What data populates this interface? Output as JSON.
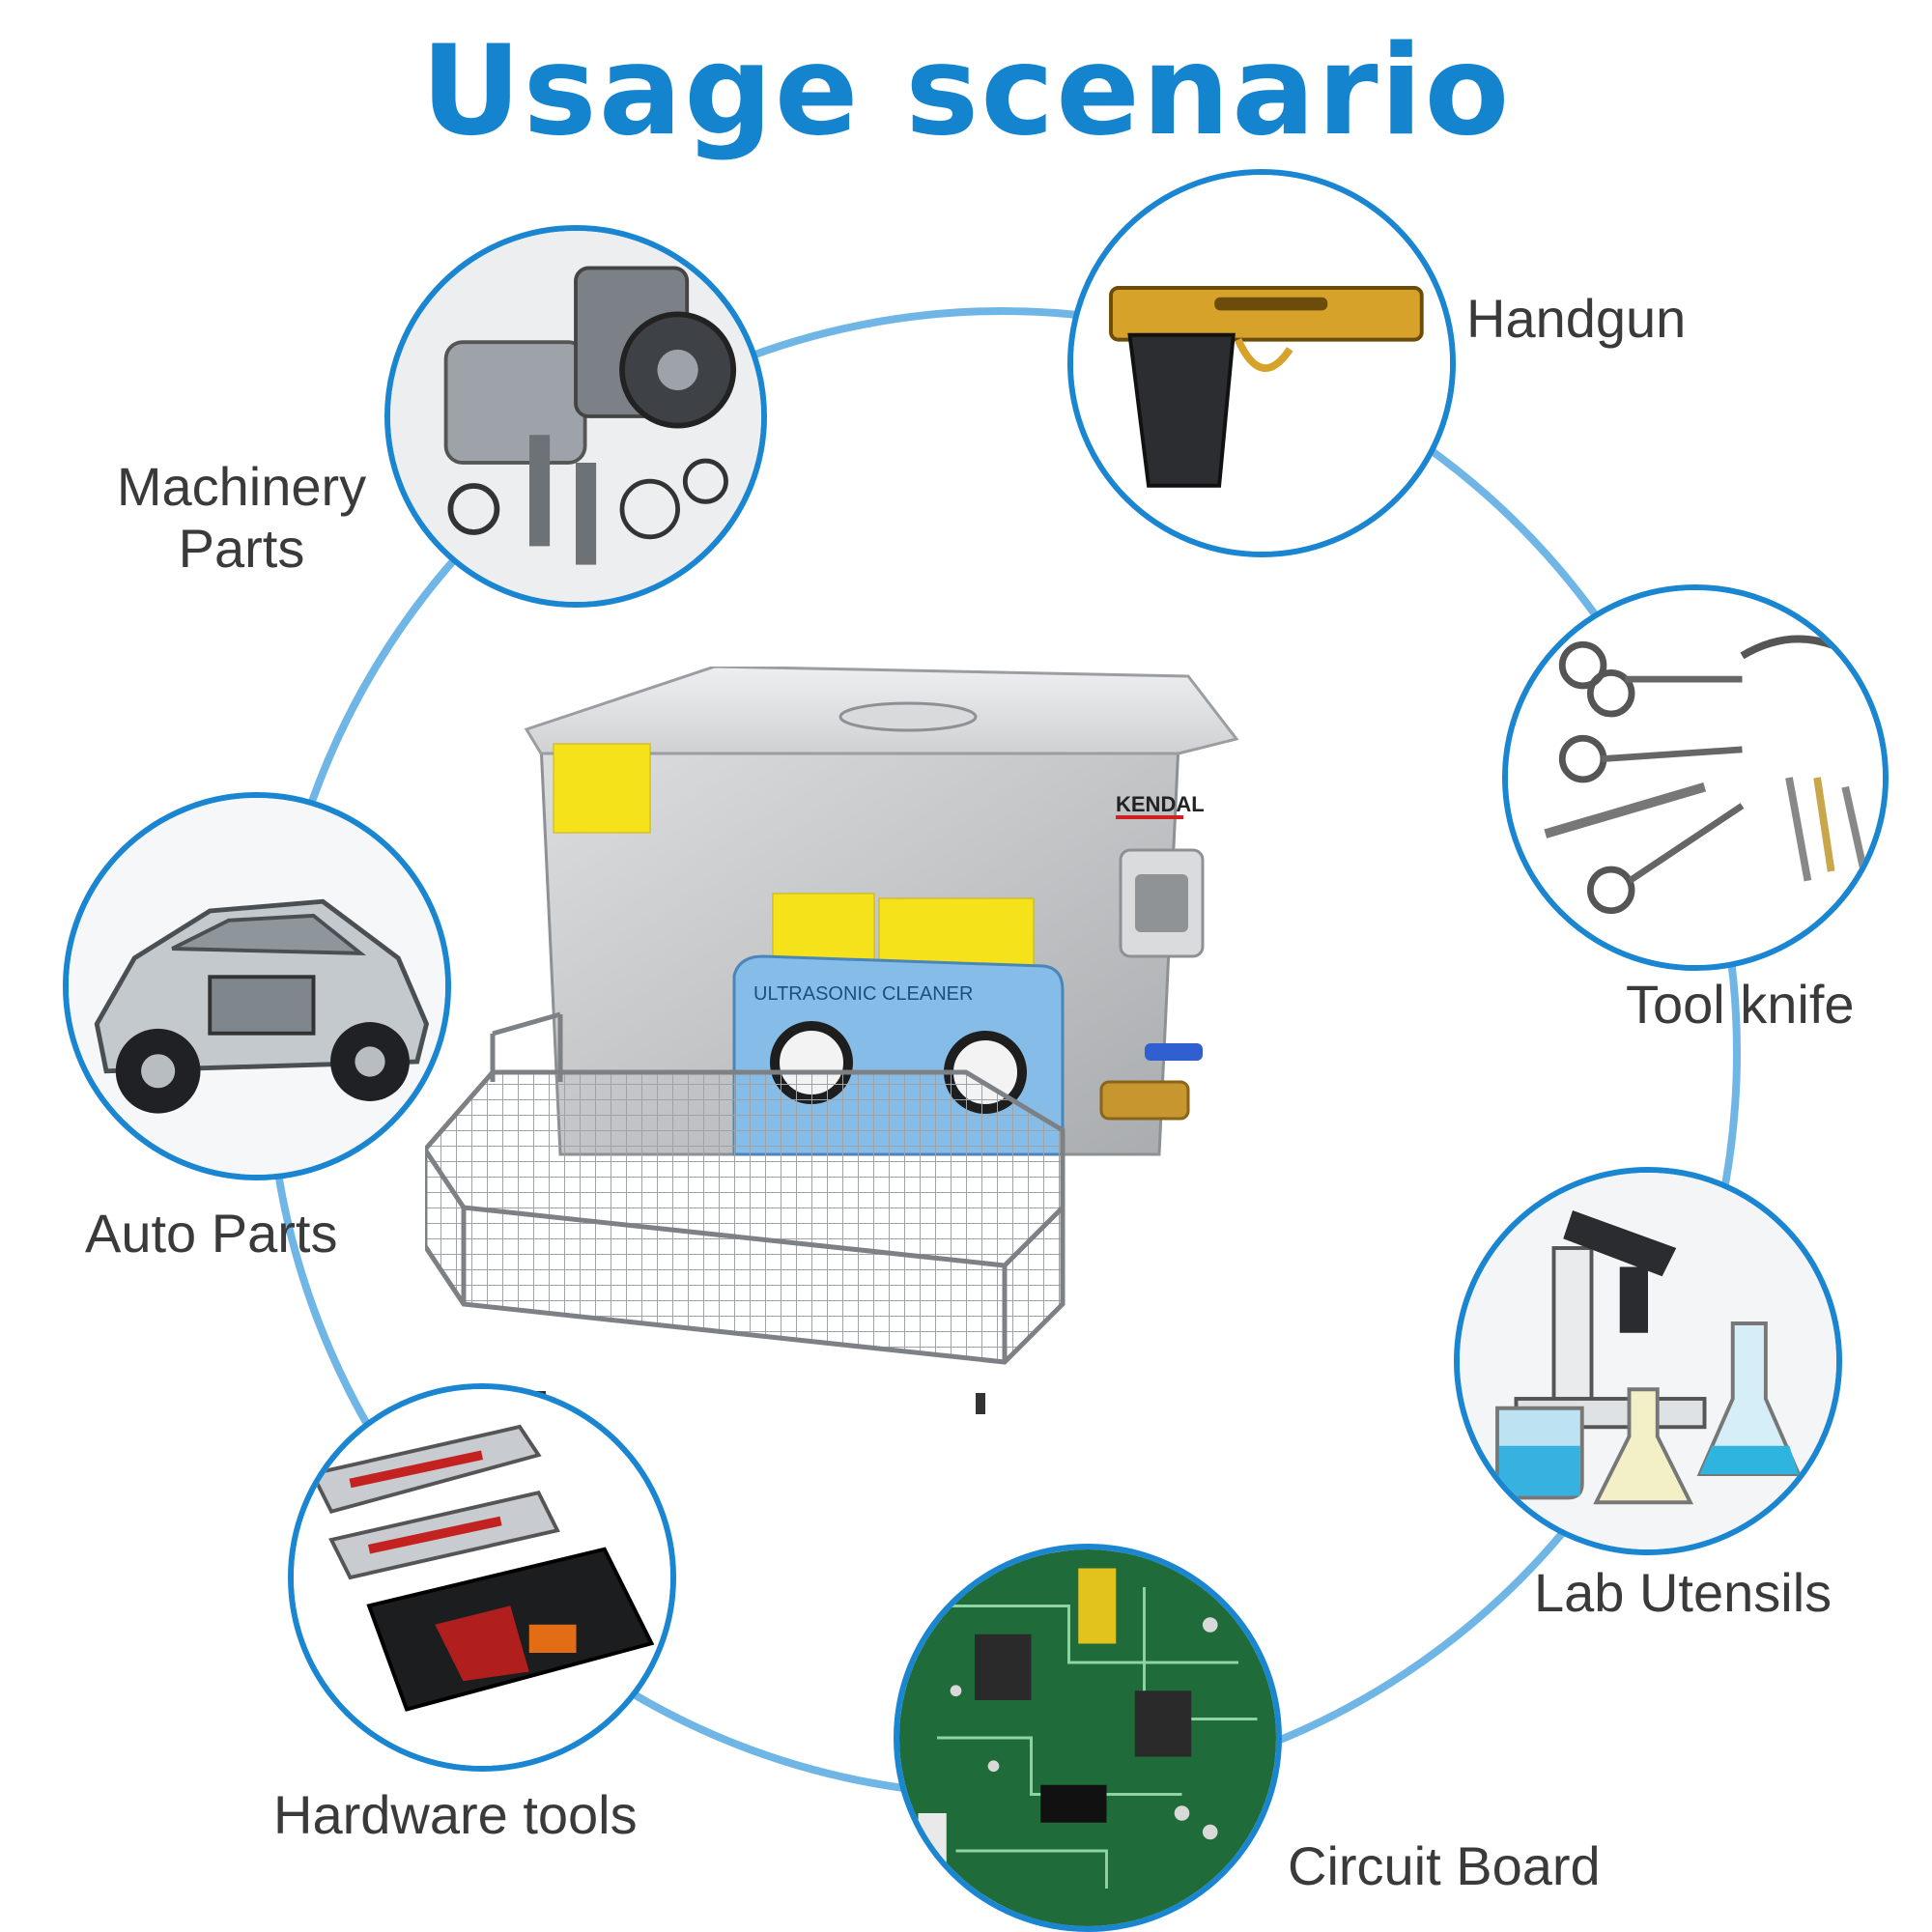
{
  "title": "Usage scenario",
  "scenarios": {
    "machinery": {
      "label_line1": "Machinery",
      "label_line2": "Parts",
      "icon": "engine-parts-icon"
    },
    "handgun": {
      "label": "Handgun",
      "icon": "handgun-icon"
    },
    "tool_knife": {
      "label": "Tool knife",
      "icon": "scissors-tools-icon"
    },
    "auto_parts": {
      "label": "Auto Parts",
      "icon": "car-chassis-icon"
    },
    "lab_utensils": {
      "label": "Lab Utensils",
      "icon": "microscope-flask-icon"
    },
    "hardware_tools": {
      "label": "Hardware tools",
      "icon": "toolbox-icon"
    },
    "circuit_board": {
      "label": "Circuit Board",
      "icon": "circuit-board-icon"
    }
  },
  "product": {
    "brand": "KENDAL",
    "panel_label": "ULTRASONIC CLEANER"
  },
  "colors": {
    "accent": "#1584cf",
    "ring": "#6fb6e6",
    "label_text": "#3a3a3a",
    "panel_blue": "#86bde8",
    "steel": "#c9cbcd"
  }
}
